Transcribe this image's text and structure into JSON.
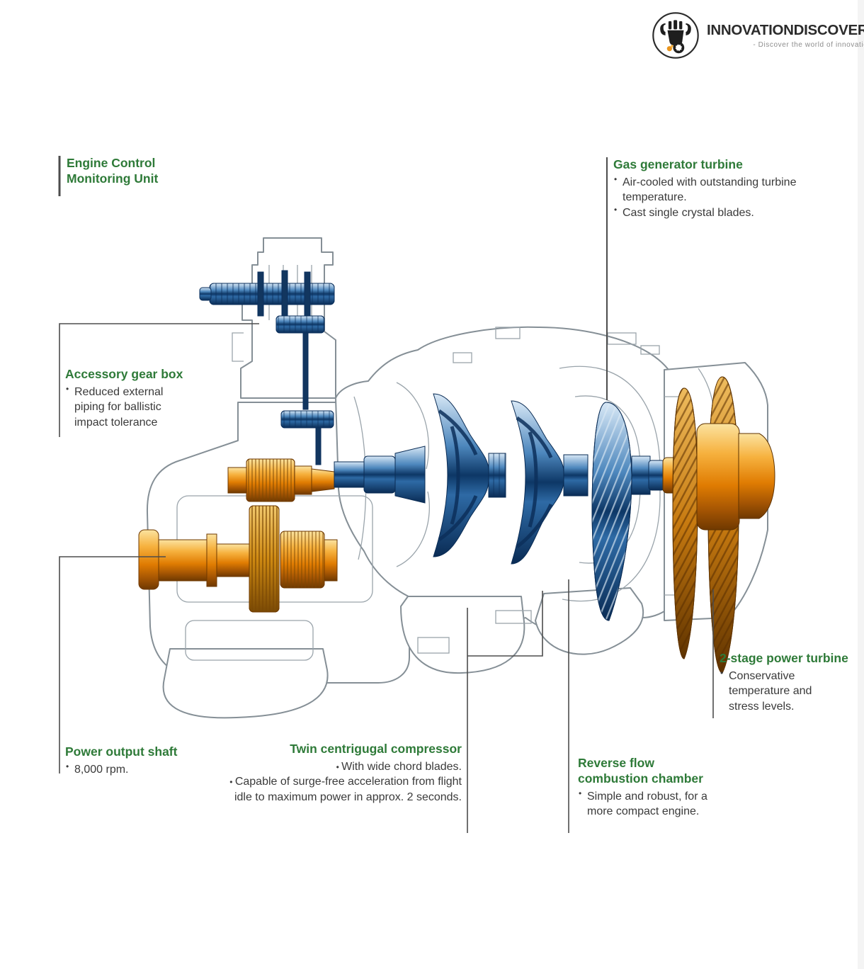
{
  "logo": {
    "title": "INNOVATIONDISCOVERIES.COM",
    "tagline": "- Discover the world of innovations -"
  },
  "colors": {
    "label_green": "#2e7a38",
    "body_text": "#3a3a3a",
    "leader_line": "#4d4d4d",
    "casing_outline": "#858f96",
    "blue_metal": "#2f6ca8",
    "blue_dark": "#0b2f5c",
    "orange_metal": "#e88b06",
    "gold_gear": "#cf8a12"
  },
  "labels": {
    "engine_control": {
      "title": "Engine Control Monitoring Unit"
    },
    "gas_generator": {
      "title": "Gas generator turbine",
      "bullets": [
        "Air-cooled with outstanding turbine temperature.",
        "Cast single crystal blades."
      ]
    },
    "accessory_gearbox": {
      "title": "Accessory gear box",
      "bullets": [
        "Reduced external piping for ballistic impact tolerance"
      ]
    },
    "power_turbine": {
      "title": "2-stage power turbine",
      "bullets": [
        "Conservative temperature and stress levels."
      ]
    },
    "power_output_shaft": {
      "title": "Power output shaft",
      "bullets": [
        "8,000 rpm."
      ]
    },
    "twin_compressor": {
      "title": "Twin centrigugal compressor",
      "bullets": [
        "With wide chord blades.",
        "Capable of surge-free acceleration from flight idle to maximum power in approx. 2 seconds."
      ]
    },
    "reverse_flow": {
      "title": "Reverse flow combustion chamber",
      "bullets": [
        "Simple and robust, for a more compact engine."
      ]
    }
  }
}
